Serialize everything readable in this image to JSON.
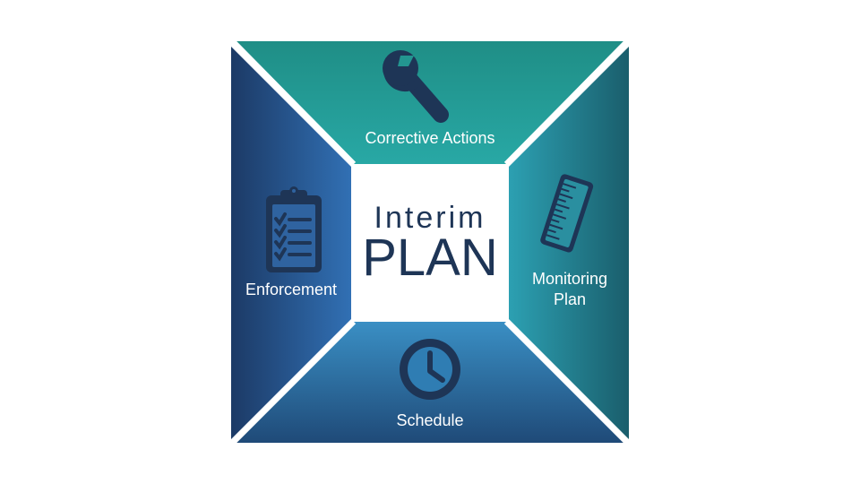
{
  "center": {
    "line1": "Interim",
    "line2": "PLAN"
  },
  "quadrants": {
    "top": {
      "label": "Corrective Actions",
      "icon": "wrench-icon"
    },
    "left": {
      "label": "Enforcement",
      "icon": "clipboard-checklist-icon"
    },
    "right": {
      "label_line1": "Monitoring",
      "label_line2": "Plan",
      "icon": "ruler-icon"
    },
    "bottom": {
      "label": "Schedule",
      "icon": "clock-icon"
    }
  },
  "colors": {
    "top": "#239590",
    "left": "#2a5a96",
    "right": "#1f7a88",
    "bottom": "#2c6d9a",
    "icon": "#1e3556",
    "frame": "#ffffff"
  }
}
